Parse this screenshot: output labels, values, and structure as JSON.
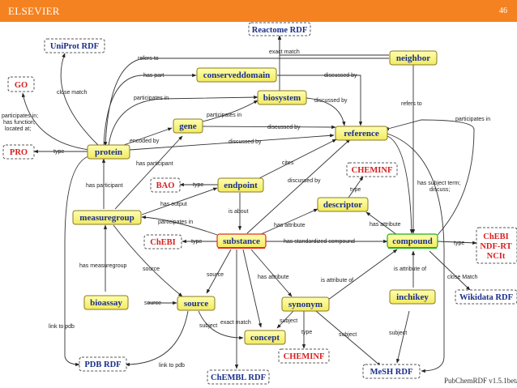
{
  "header": {
    "brand": "ELSEVIER",
    "slide_number": "46"
  },
  "diagram": {
    "version_text": "PubChemRDF v1.5.1beta",
    "nodes": {
      "uniprot_rdf": "UniProt RDF",
      "reactome_rdf": "Reactome RDF",
      "go": "GO",
      "pro": "PRO",
      "bao": "BAO",
      "chebi_left": "ChEBI",
      "cheminf_top": "CHEMINF",
      "cheminf_bottom": "CHEMINF",
      "chebi_ndf": "ChEBI\nNDF-RT\nNCIt",
      "wikidata_rdf": "Wikidata RDF",
      "pdb_rdf": "PDB RDF",
      "chembl_rdf": "ChEMBL RDF",
      "mesh_rdf": "MeSH RDF",
      "neighbor": "neighbor",
      "conserveddomain": "conserveddomain",
      "biosystem": "biosystem",
      "gene": "gene",
      "reference": "reference",
      "protein": "protein",
      "endpoint": "endpoint",
      "descriptor": "descriptor",
      "measuregroup": "measuregroup",
      "substance": "substance",
      "compound": "compound",
      "bioassay": "bioassay",
      "source": "source",
      "synonym": "synonym",
      "inchikey": "inchikey",
      "concept": "concept"
    },
    "edge_labels": {
      "refers_to_1": "refers to",
      "exact_match_1": "exact match",
      "has_part": "has part",
      "discussed_by_1": "discussed by",
      "close_match_1": "close match",
      "participates_in_1": "participates in",
      "discussed_by_2": "discussed by",
      "refers_to_2": "refers to",
      "participates_in_2": "participates in",
      "participates_in_3": "participates in",
      "participates_in_left": "participates in;\nhas function;\nlocated at;",
      "encoded_by": "encoded by",
      "discussed_by_3": "discussed by",
      "discussed_by_4": "discussed by",
      "type_pro": "type",
      "has_participant_1": "has participant",
      "cites": "cites",
      "has_participant_2": "has participant",
      "type_bao": "type",
      "discussed_by_5": "discussed by",
      "has_subject_term": "has subject term;\ndiscuss;",
      "type_cheminf": "type",
      "has_output": "has output",
      "is_about": "is about",
      "participates_in_4": "participates in",
      "has_attribute_1": "has attribute",
      "has_attribute_2": "has attribute",
      "type_chebi": "type",
      "has_std_compound": "has standardized compound",
      "type_ndf": "type",
      "has_measuregroup": "has measuregroup",
      "source_1": "source",
      "source_2": "source",
      "has_attribute_3": "has attribute",
      "is_attribute_of_1": "is attribute of",
      "is_attribute_of_2": "is attribute of",
      "close_match_2": "close Match",
      "source_3": "source",
      "subject_1": "subject",
      "exact_match_2": "exact match",
      "subject_2": "subject",
      "type_cheminf2": "type",
      "subject_3": "subject",
      "subject_4": "subject",
      "link_to_pdb_1": "link to pdb",
      "link_to_pdb_2": "link to pdb"
    }
  }
}
